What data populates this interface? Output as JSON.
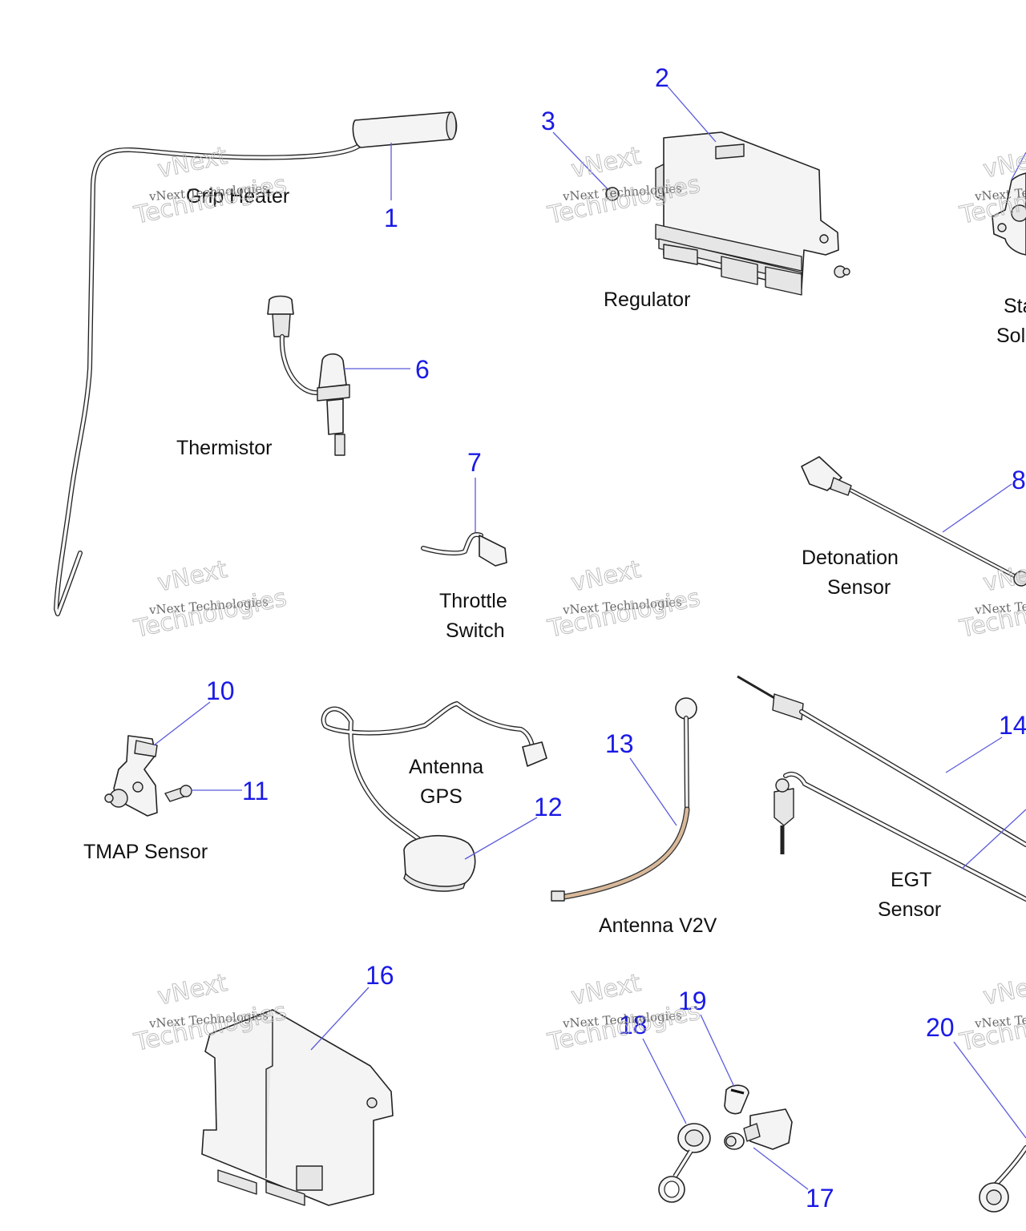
{
  "watermark": {
    "line1": "vNext",
    "line2": "vNext Technologies",
    "line3": "Technologies"
  },
  "labels": {
    "grip_heater": "Grip Heater",
    "regulator": "Regulator",
    "starter_solenoid_1": "Sta",
    "starter_solenoid_2": "Sol",
    "thermistor": "Thermistor",
    "throttle_switch_1": "Throttle",
    "throttle_switch_2": "Switch",
    "detonation_sensor_1": "Detonation",
    "detonation_sensor_2": "Sensor",
    "tmap_sensor": "TMAP Sensor",
    "antenna_gps_1": "Antenna",
    "antenna_gps_2": "GPS",
    "antenna_v2v": "Antenna V2V",
    "egt_sensor_1": "EGT",
    "egt_sensor_2": "Sensor"
  },
  "callouts": {
    "n1": "1",
    "n2": "2",
    "n3": "3",
    "n6": "6",
    "n7": "7",
    "n8": "8",
    "n10": "10",
    "n11": "11",
    "n12": "12",
    "n13": "13",
    "n14": "14",
    "n16": "16",
    "n17": "17",
    "n18": "18",
    "n19": "19",
    "n20": "20"
  },
  "colors": {
    "callout": "#1a1ae6",
    "leader": "#5b5bdc",
    "antenna_cable": "#d9b99a"
  }
}
